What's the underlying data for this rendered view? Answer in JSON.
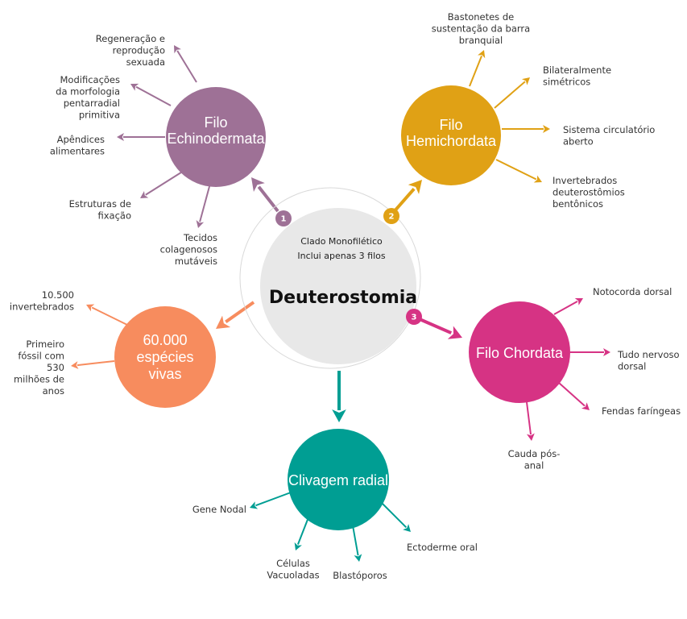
{
  "center": {
    "title": "Deuterostomia",
    "subtitle_lines": [
      "Clado Monofilético",
      "Inclui apenas 3 filos"
    ],
    "fill_color": "#E8E8E8",
    "ring_color": "#D9D9D9"
  },
  "nodes": [
    {
      "id": "echinodermata",
      "title_lines": [
        "Filo",
        "Echinodermata"
      ],
      "color": "#9E7196",
      "badge": "1",
      "features": [
        {
          "lines": [
            "Regeneração e",
            "reprodução",
            "sexuada"
          ]
        },
        {
          "lines": [
            "Modificações",
            "da morfologia",
            "pentarradial",
            "primitiva"
          ]
        },
        {
          "lines": [
            "Apêndices",
            "alimentares"
          ]
        },
        {
          "lines": [
            "Estruturas de",
            "fixação"
          ]
        },
        {
          "lines": [
            "Tecidos",
            "colagenosos",
            "mutáveis"
          ]
        }
      ]
    },
    {
      "id": "hemichordata",
      "title_lines": [
        "Filo",
        "Hemichordata"
      ],
      "color": "#E0A115",
      "badge": "2",
      "features": [
        {
          "lines": [
            "Bastonetes de",
            "sustentação da barra",
            "branquial"
          ]
        },
        {
          "lines": [
            "Bilateralmente",
            "simétricos"
          ]
        },
        {
          "lines": [
            "Sistema circulatório",
            "aberto"
          ]
        },
        {
          "lines": [
            "Invertebrados",
            "deuterostômios",
            "bentônicos"
          ]
        }
      ]
    },
    {
      "id": "chordata",
      "title_lines": [
        "Filo Chordata"
      ],
      "color": "#D63384",
      "badge": "3",
      "features": [
        {
          "lines": [
            "Notocorda dorsal"
          ]
        },
        {
          "lines": [
            "Tudo nervoso",
            "dorsal"
          ]
        },
        {
          "lines": [
            "Fendas faríngeas"
          ]
        },
        {
          "lines": [
            "Cauda pós-",
            "anal"
          ]
        }
      ]
    },
    {
      "id": "especies",
      "title_lines": [
        "60.000",
        "espécies",
        "vivas"
      ],
      "color": "#F78C5E",
      "badge": "",
      "features": [
        {
          "lines": [
            "10.500",
            "invertebrados"
          ]
        },
        {
          "lines": [
            "Primeiro",
            "fóssil com",
            "530",
            "milhões de",
            "anos"
          ]
        }
      ]
    },
    {
      "id": "clivagem",
      "title_lines": [
        "Clivagem radial"
      ],
      "color": "#009E93",
      "badge": "",
      "features": [
        {
          "lines": [
            "Gene Nodal"
          ]
        },
        {
          "lines": [
            "Células",
            "Vacuoladas"
          ]
        },
        {
          "lines": [
            "Blastóporos"
          ]
        },
        {
          "lines": [
            "Ectoderme oral"
          ]
        }
      ]
    }
  ]
}
